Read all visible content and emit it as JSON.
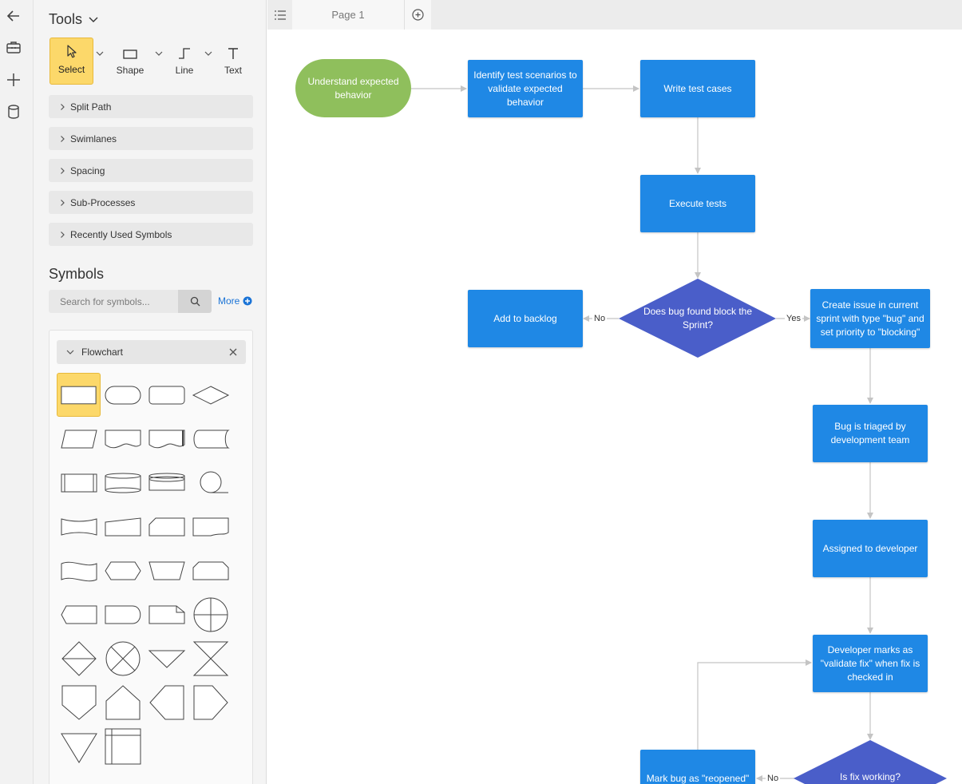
{
  "rail": {
    "icons": [
      "back-arrow-icon",
      "toolbox-icon",
      "plus-icon",
      "database-icon"
    ]
  },
  "tools": {
    "title": "Tools",
    "select_label": "Select",
    "shape_label": "Shape",
    "line_label": "Line",
    "text_label": "Text",
    "accordions": [
      "Split Path",
      "Swimlanes",
      "Spacing",
      "Sub-Processes",
      "Recently Used Symbols"
    ]
  },
  "symbols": {
    "title": "Symbols",
    "search_placeholder": "Search for symbols...",
    "more_label": "More",
    "library_title": "Flowchart"
  },
  "tabs": {
    "page_label": "Page 1"
  },
  "diagram": {
    "n1": "Understand expected behavior",
    "n2": "Identify test scenarios to validate expected behavior",
    "n3": "Write test cases",
    "n4": "Execute tests",
    "d1": "Does bug found block the Sprint?",
    "n5": "Add to backlog",
    "n6": "Create issue in current sprint with type \"bug\" and set priority to \"blocking\"",
    "n7": "Bug is triaged by development team",
    "n8": "Assigned to developer",
    "n9": "Developer marks as \"validate fix\" when fix is checked in",
    "d2": "Is fix working?",
    "n10": "Mark bug as \"reopened\"",
    "label_no_1": "No",
    "label_yes_1": "Yes",
    "label_no_2": "No"
  },
  "colors": {
    "process": "#1f88e5",
    "decision": "#4a5ec9",
    "terminator": "#8fbf5c",
    "accent": "#fcd86a",
    "link": "#1a73d6"
  }
}
